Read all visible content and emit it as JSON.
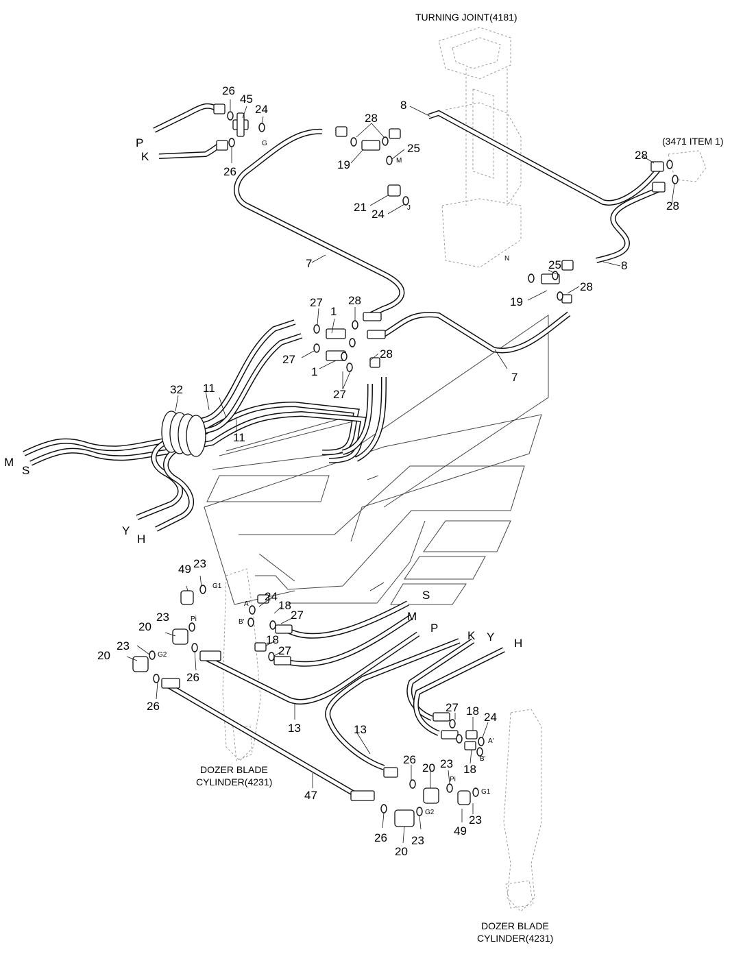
{
  "captions": {
    "turning_joint": "TURNING JOINT(4181)",
    "item_ref": "(3471 ITEM 1)",
    "dozer_blade_left_line1": "DOZER BLADE",
    "dozer_blade_left_line2": "CYLINDER(4231)",
    "dozer_blade_right_line1": "DOZER BLADE",
    "dozer_blade_right_line2": "CYLINDER(4231)"
  },
  "line_labels": {
    "P_top": "P",
    "K_top": "K",
    "M_left": "M",
    "S_left": "S",
    "Y_left": "Y",
    "H_left": "H",
    "S_mid": "S",
    "M_mid": "M",
    "P_mid": "P",
    "K_mid": "K",
    "Y_mid": "Y",
    "H_mid": "H"
  },
  "port_labels": {
    "G": "G",
    "M": "M",
    "J": "J",
    "N": "N",
    "G1_left": "G1",
    "A_left": "A'",
    "B_left": "B'",
    "Pi_left": "Pi",
    "G2_left": "G2",
    "A_right": "A'",
    "B_right": "B'",
    "Pi_right": "Pi",
    "G1_right": "G1",
    "G2_right": "G2"
  },
  "callouts": {
    "c26a": "26",
    "c45": "45",
    "c24a": "24",
    "c26b": "26",
    "c28a": "28",
    "c19a": "19",
    "c25a": "25",
    "c8a": "8",
    "c21": "21",
    "c24b": "24",
    "c28b": "28",
    "c28c": "28",
    "c7a": "7",
    "c25b": "25",
    "c8b": "8",
    "c19b": "19",
    "c28d": "28",
    "c27a": "27",
    "c1a": "1",
    "c28e": "28",
    "c27b": "27",
    "c1b": "1",
    "c28f": "28",
    "c27c": "27",
    "c7b": "7",
    "c32": "32",
    "c11a": "11",
    "c11b": "11",
    "c49a": "49",
    "c23a": "23",
    "c23b": "23",
    "c20a": "20",
    "c24c": "24",
    "c18a": "18",
    "c27d": "27",
    "c18b": "18",
    "c27e": "27",
    "c23c": "23",
    "c20b": "20",
    "c26c": "26",
    "c26d": "26",
    "c13a": "13",
    "c13b": "13",
    "c47": "47",
    "c27f": "27",
    "c18c": "18",
    "c24d": "24",
    "c18d": "18",
    "c26e": "26",
    "c20c": "20",
    "c23d": "23",
    "c49b": "49",
    "c23e": "23",
    "c26f": "26",
    "c23f": "23",
    "c20d": "20"
  }
}
